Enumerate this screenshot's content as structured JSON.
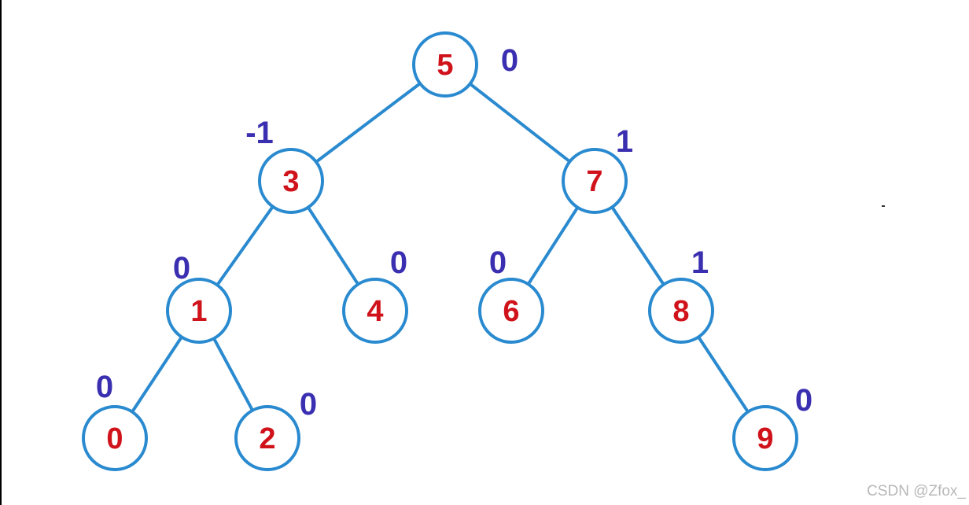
{
  "colors": {
    "edge": "#2a8ad0",
    "node_border": "#2a8ad0",
    "node_fill": "#ffffff",
    "node_text": "#d0121b",
    "balance_text": "#3a2fb0"
  },
  "tree": {
    "nodes": [
      {
        "id": "n5",
        "value": "5",
        "balance": "0"
      },
      {
        "id": "n3",
        "value": "3",
        "balance": "-1"
      },
      {
        "id": "n7",
        "value": "7",
        "balance": "1"
      },
      {
        "id": "n1",
        "value": "1",
        "balance": "0"
      },
      {
        "id": "n4",
        "value": "4",
        "balance": "0"
      },
      {
        "id": "n6",
        "value": "6",
        "balance": "0"
      },
      {
        "id": "n8",
        "value": "8",
        "balance": "1"
      },
      {
        "id": "n0",
        "value": "0",
        "balance": "0"
      },
      {
        "id": "n2",
        "value": "2",
        "balance": "0"
      },
      {
        "id": "n9",
        "value": "9",
        "balance": "0"
      }
    ],
    "edges": [
      [
        "n5",
        "n3"
      ],
      [
        "n5",
        "n7"
      ],
      [
        "n3",
        "n1"
      ],
      [
        "n3",
        "n4"
      ],
      [
        "n7",
        "n6"
      ],
      [
        "n7",
        "n8"
      ],
      [
        "n1",
        "n0"
      ],
      [
        "n1",
        "n2"
      ],
      [
        "n8",
        "n9"
      ]
    ]
  },
  "watermark": "CSDN @Zfox_"
}
